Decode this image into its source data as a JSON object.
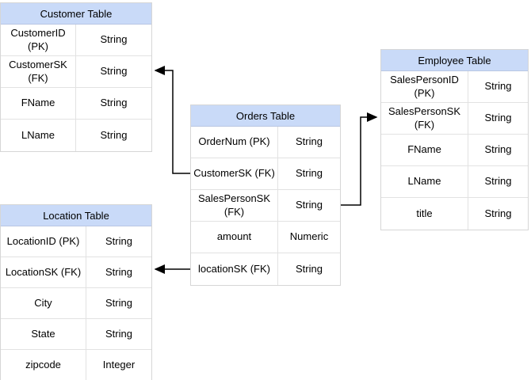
{
  "diagram": {
    "colors": {
      "header_fill": "#C9DAF8",
      "header_border": "#B9C6E3",
      "cell_border": "#E2E2E2",
      "table_border": "#D6D6D6",
      "connector": "#000000",
      "background": "#FFFFFF",
      "text": "#000000"
    },
    "tables": [
      {
        "id": "customer",
        "title": "Customer Table",
        "rows": [
          {
            "field": "CustomerID (PK)",
            "type": "String"
          },
          {
            "field": "CustomerSK\n(FK)",
            "type": "String"
          },
          {
            "field": "FName",
            "type": "String"
          },
          {
            "field": "LName",
            "type": "String"
          }
        ]
      },
      {
        "id": "orders",
        "title": "Orders Table",
        "rows": [
          {
            "field": "OrderNum (PK)",
            "type": "String"
          },
          {
            "field": "CustomerSK (FK)",
            "type": "String"
          },
          {
            "field": "SalesPersonSK\n(FK)",
            "type": "String"
          },
          {
            "field": "amount",
            "type": "Numeric"
          },
          {
            "field": "locationSK (FK)",
            "type": "String"
          }
        ]
      },
      {
        "id": "employee",
        "title": "Employee Table",
        "rows": [
          {
            "field": "SalesPersonID (PK)",
            "type": "String"
          },
          {
            "field": "SalesPersonSK\n(FK)",
            "type": "String"
          },
          {
            "field": "FName",
            "type": "String"
          },
          {
            "field": "LName",
            "type": "String"
          },
          {
            "field": "title",
            "type": "String"
          }
        ]
      },
      {
        "id": "location",
        "title": "Location Table",
        "rows": [
          {
            "field": "LocationID (PK)",
            "type": "String"
          },
          {
            "field": "LocationSK (FK)",
            "type": "String"
          },
          {
            "field": "City",
            "type": "String"
          },
          {
            "field": "State",
            "type": "String"
          },
          {
            "field": "zipcode",
            "type": "Integer"
          }
        ]
      }
    ],
    "connectors": [
      {
        "from": "Orders Table.CustomerSK (FK)",
        "to": "Customer Table.CustomerSK (FK)"
      },
      {
        "from": "Orders Table.SalesPersonSK (FK)",
        "to": "Employee Table.SalesPersonSK (FK)"
      },
      {
        "from": "Orders Table.locationSK (FK)",
        "to": "Location Table.LocationSK (FK)"
      }
    ]
  }
}
